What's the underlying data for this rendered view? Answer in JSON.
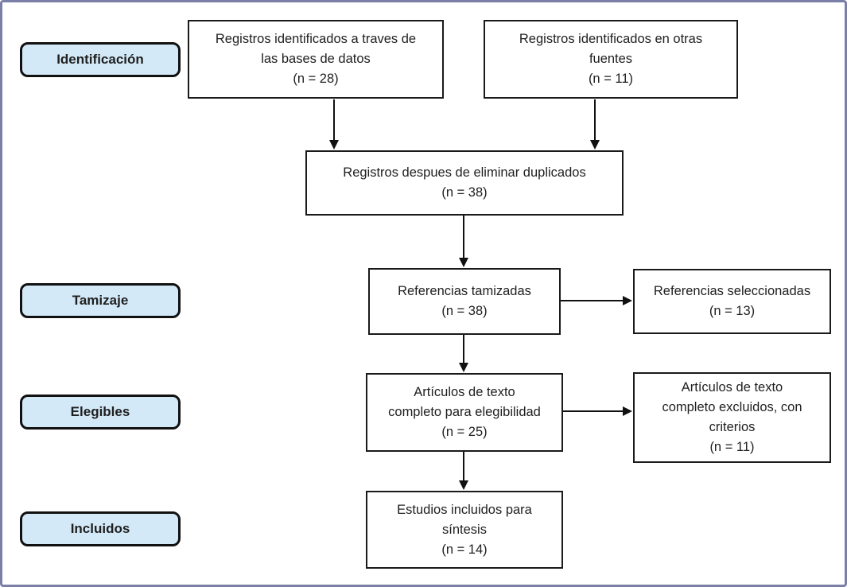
{
  "colors": {
    "frame_border": "#7b7ea6",
    "node_border": "#1a1a1a",
    "stage_fill": "#d3e9f8",
    "text": "#1f1f1f"
  },
  "diagram": {
    "stages": [
      {
        "label": "Identificación"
      },
      {
        "label": "Tamizaje"
      },
      {
        "label": "Elegibles"
      },
      {
        "label": "Incluidos"
      }
    ],
    "nodes": {
      "identified_db": {
        "lines": [
          "Registros identificados a traves de",
          "las bases de datos",
          "(n = 28)"
        ]
      },
      "identified_other": {
        "lines": [
          "Registros identificados en otras",
          "fuentes",
          "(n = 11)"
        ]
      },
      "deduplicated": {
        "lines": [
          "Registros despues de eliminar duplicados",
          "(n = 38)"
        ]
      },
      "screened": {
        "lines": [
          "Referencias tamizadas",
          "(n = 38)"
        ]
      },
      "selected": {
        "lines": [
          "Referencias seleccionadas",
          "(n = 13)"
        ]
      },
      "fulltext_assessed": {
        "lines": [
          "Artículos de texto",
          "completo para elegibilidad",
          "(n = 25)"
        ]
      },
      "fulltext_excluded": {
        "lines": [
          "Artículos de texto",
          "completo excluidos, con",
          "criterios",
          "(n = 11)"
        ]
      },
      "included_synthesis": {
        "lines": [
          "Estudios incluidos para",
          "síntesis",
          "(n = 14)"
        ]
      }
    }
  }
}
